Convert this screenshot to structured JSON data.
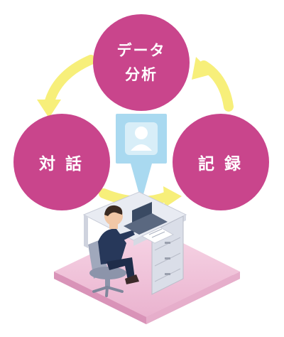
{
  "colors": {
    "node": "#c9458c",
    "arrow": "#f7ef7a",
    "bubble": "#a9d9f0",
    "platform": "#f4cce0"
  },
  "nodes": {
    "data_analysis": {
      "line1": "データ",
      "line2": "分析"
    },
    "dialogue": {
      "label": "対話"
    },
    "record": {
      "label": "記録"
    }
  },
  "icons": [
    "user-profile-icon",
    "office-worker-illustration"
  ]
}
